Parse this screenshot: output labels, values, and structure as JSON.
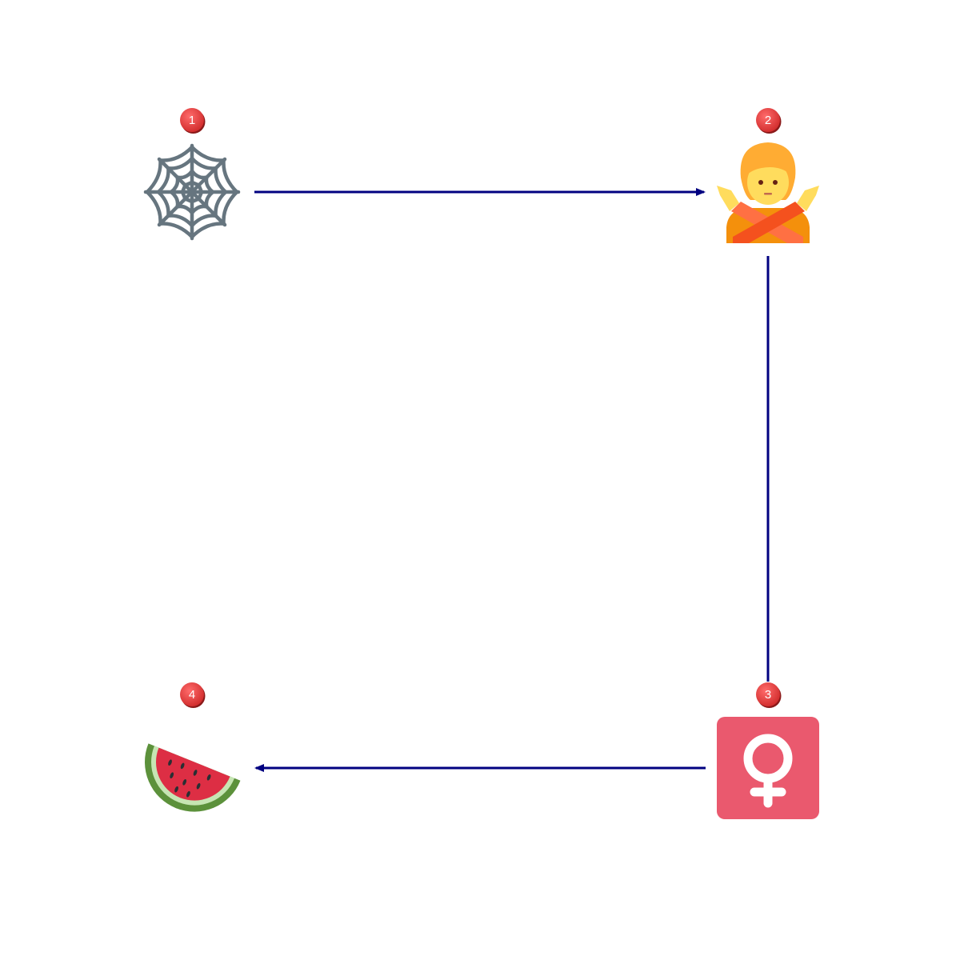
{
  "diagram": {
    "edge_color": "#000080",
    "badge_color": "#e53935",
    "nodes": [
      {
        "id": 1,
        "label": "1",
        "icon": "spider-web-icon"
      },
      {
        "id": 2,
        "label": "2",
        "icon": "person-gesturing-no-icon"
      },
      {
        "id": 3,
        "label": "3",
        "icon": "female-sign-icon"
      },
      {
        "id": 4,
        "label": "4",
        "icon": "watermelon-icon"
      }
    ],
    "edges": [
      {
        "from": 1,
        "to": 2,
        "arrow": true
      },
      {
        "from": 2,
        "to": 3,
        "arrow": false
      },
      {
        "from": 3,
        "to": 4,
        "arrow": true
      }
    ]
  }
}
